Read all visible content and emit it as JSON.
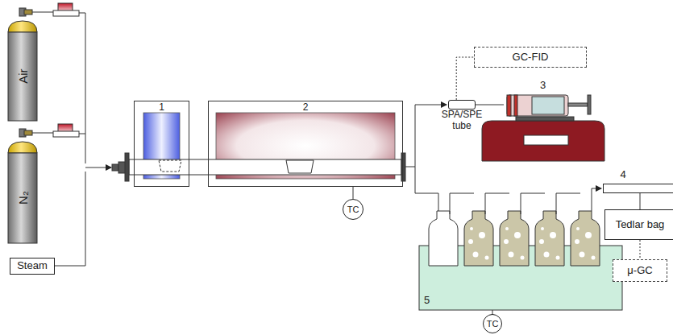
{
  "diagram": {
    "nodes": [
      {
        "text": [
          "Air"
        ]
      },
      {
        "text": [
          "N₂"
        ]
      },
      {
        "text": [
          "Steam"
        ]
      },
      {
        "text": [
          "1"
        ]
      },
      {
        "text": [
          "2"
        ]
      },
      {
        "text": [
          "TC"
        ]
      },
      {
        "text": [
          "GC-FID"
        ]
      },
      {
        "text": [
          "SPA/SPE tube"
        ]
      },
      {
        "text": [
          "3"
        ]
      },
      {
        "text": [
          "4"
        ]
      },
      {
        "text": [
          "Tedlar bag"
        ]
      },
      {
        "text": [
          "μ-GC"
        ]
      },
      {
        "text": [
          "5"
        ]
      },
      {
        "text": [
          "TC"
        ]
      }
    ],
    "edges": [
      {
        "from": 4,
        "to": 5,
        "arrow": "none"
      },
      {
        "from": 7,
        "to": 6,
        "arrow": "none"
      },
      {
        "from": 7,
        "to": 8,
        "arrow": "none"
      },
      {
        "from": 9,
        "to": 10,
        "arrow": "none"
      },
      {
        "from": 10,
        "to": 11,
        "arrow": "none"
      },
      {
        "from": 12,
        "to": 13,
        "arrow": "none"
      }
    ]
  }
}
